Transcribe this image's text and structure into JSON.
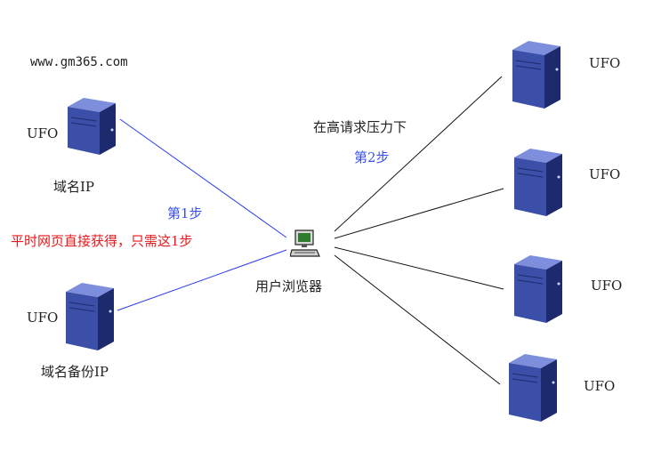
{
  "site_label": "www.gm365.com",
  "left_servers": [
    {
      "badge": "UFO",
      "caption": "域名IP"
    },
    {
      "badge": "UFO",
      "caption": "域名备份IP"
    }
  ],
  "right_servers": [
    {
      "badge": "UFO"
    },
    {
      "badge": "UFO"
    },
    {
      "badge": "UFO"
    },
    {
      "badge": "UFO"
    }
  ],
  "browser": {
    "caption": "用户浏览器"
  },
  "step1": {
    "label": "第1步",
    "note": "平时网页直接获得，只需这1步"
  },
  "step2": {
    "label": "第2步",
    "note": "在高请求压力下"
  },
  "colors": {
    "step_link": "#2a3cf0",
    "pressure_link": "#111111",
    "step_text": "#3a4ff0",
    "note_red": "#e8191c",
    "server_dark": "#1e2a6e",
    "server_mid": "#3c4fa8",
    "server_light": "#7d8fdc"
  }
}
